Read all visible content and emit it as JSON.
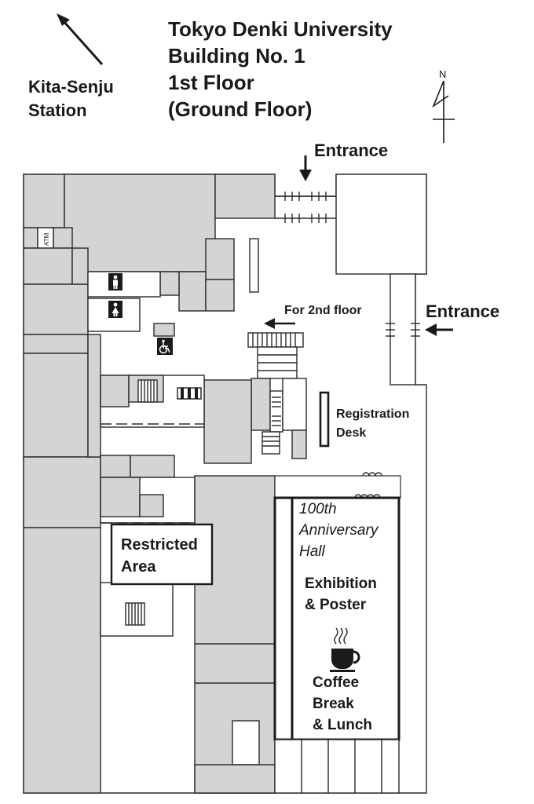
{
  "title": {
    "line1": "Tokyo Denki University",
    "line2": "Building No. 1",
    "line3": "1st Floor",
    "line4": "(Ground Floor)"
  },
  "station": {
    "line1": "Kita-Senju",
    "line2": "Station"
  },
  "compass": {
    "label": "N"
  },
  "entrance_top": "Entrance",
  "entrance_right": "Entrance",
  "second_floor": "For 2nd floor",
  "atm": "ATM",
  "registration": {
    "line1": "Registration",
    "line2": "Desk"
  },
  "restricted": {
    "line1": "Restricted",
    "line2": "Area"
  },
  "hall": {
    "line1": "100th",
    "line2": "Anniversary",
    "line3": "Hall"
  },
  "exhibition": {
    "line1": "Exhibition",
    "line2": "& Poster"
  },
  "coffee": {
    "line1": "Coffee",
    "line2": "Break",
    "line3": "& Lunch"
  },
  "icons": [
    "north-arrow-icon",
    "restroom-male-icon",
    "restroom-female-icon",
    "wheelchair-icon",
    "coffee-cup-icon",
    "stairs-icon",
    "escalator-icon"
  ]
}
